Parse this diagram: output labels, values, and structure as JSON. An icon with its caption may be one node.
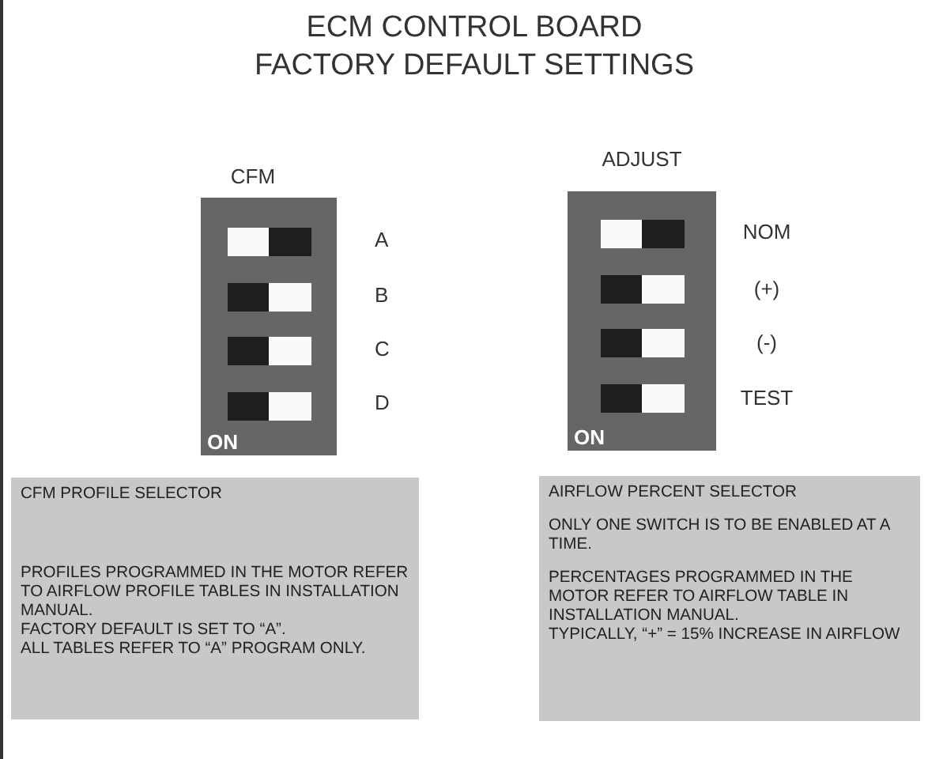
{
  "diagram": {
    "title": "ECM CONTROL BOARD FACTORY DEFAULT SETTINGS",
    "nodes": [
      {
        "text": [
          "ON"
        ]
      },
      {
        "text": [
          "ON"
        ]
      },
      {
        "text": [
          "CFM PROFILE SELECTOR",
          "PROFILES PROGRAMMED IN THE MOTOR REFER TO AIRFLOW PROFILE TABLES IN INSTALLATION MANUAL.",
          "FACTORY DEFAULT IS SET TO “A”.",
          "ALL TABLES REFER TO “A” PROGRAM ONLY."
        ]
      },
      {
        "text": [
          "AIRFLOW PERCENT SELECTOR",
          "ONLY ONE SWITCH IS TO BE ENABLED AT A TIME.",
          "PERCENTAGES PROGRAMMED IN THE MOTOR REFER TO AIRFLOW TABLE IN INSTALLATION MANUAL.",
          "TYPICALLY, “+” = 15% INCREASE IN AIRFLOW"
        ]
      }
    ],
    "edges": [],
    "labels": [
      "CFM",
      "ADJUST",
      "A",
      "NOM",
      "B",
      "(+)",
      "C",
      "(-)",
      "D",
      "TEST"
    ]
  }
}
